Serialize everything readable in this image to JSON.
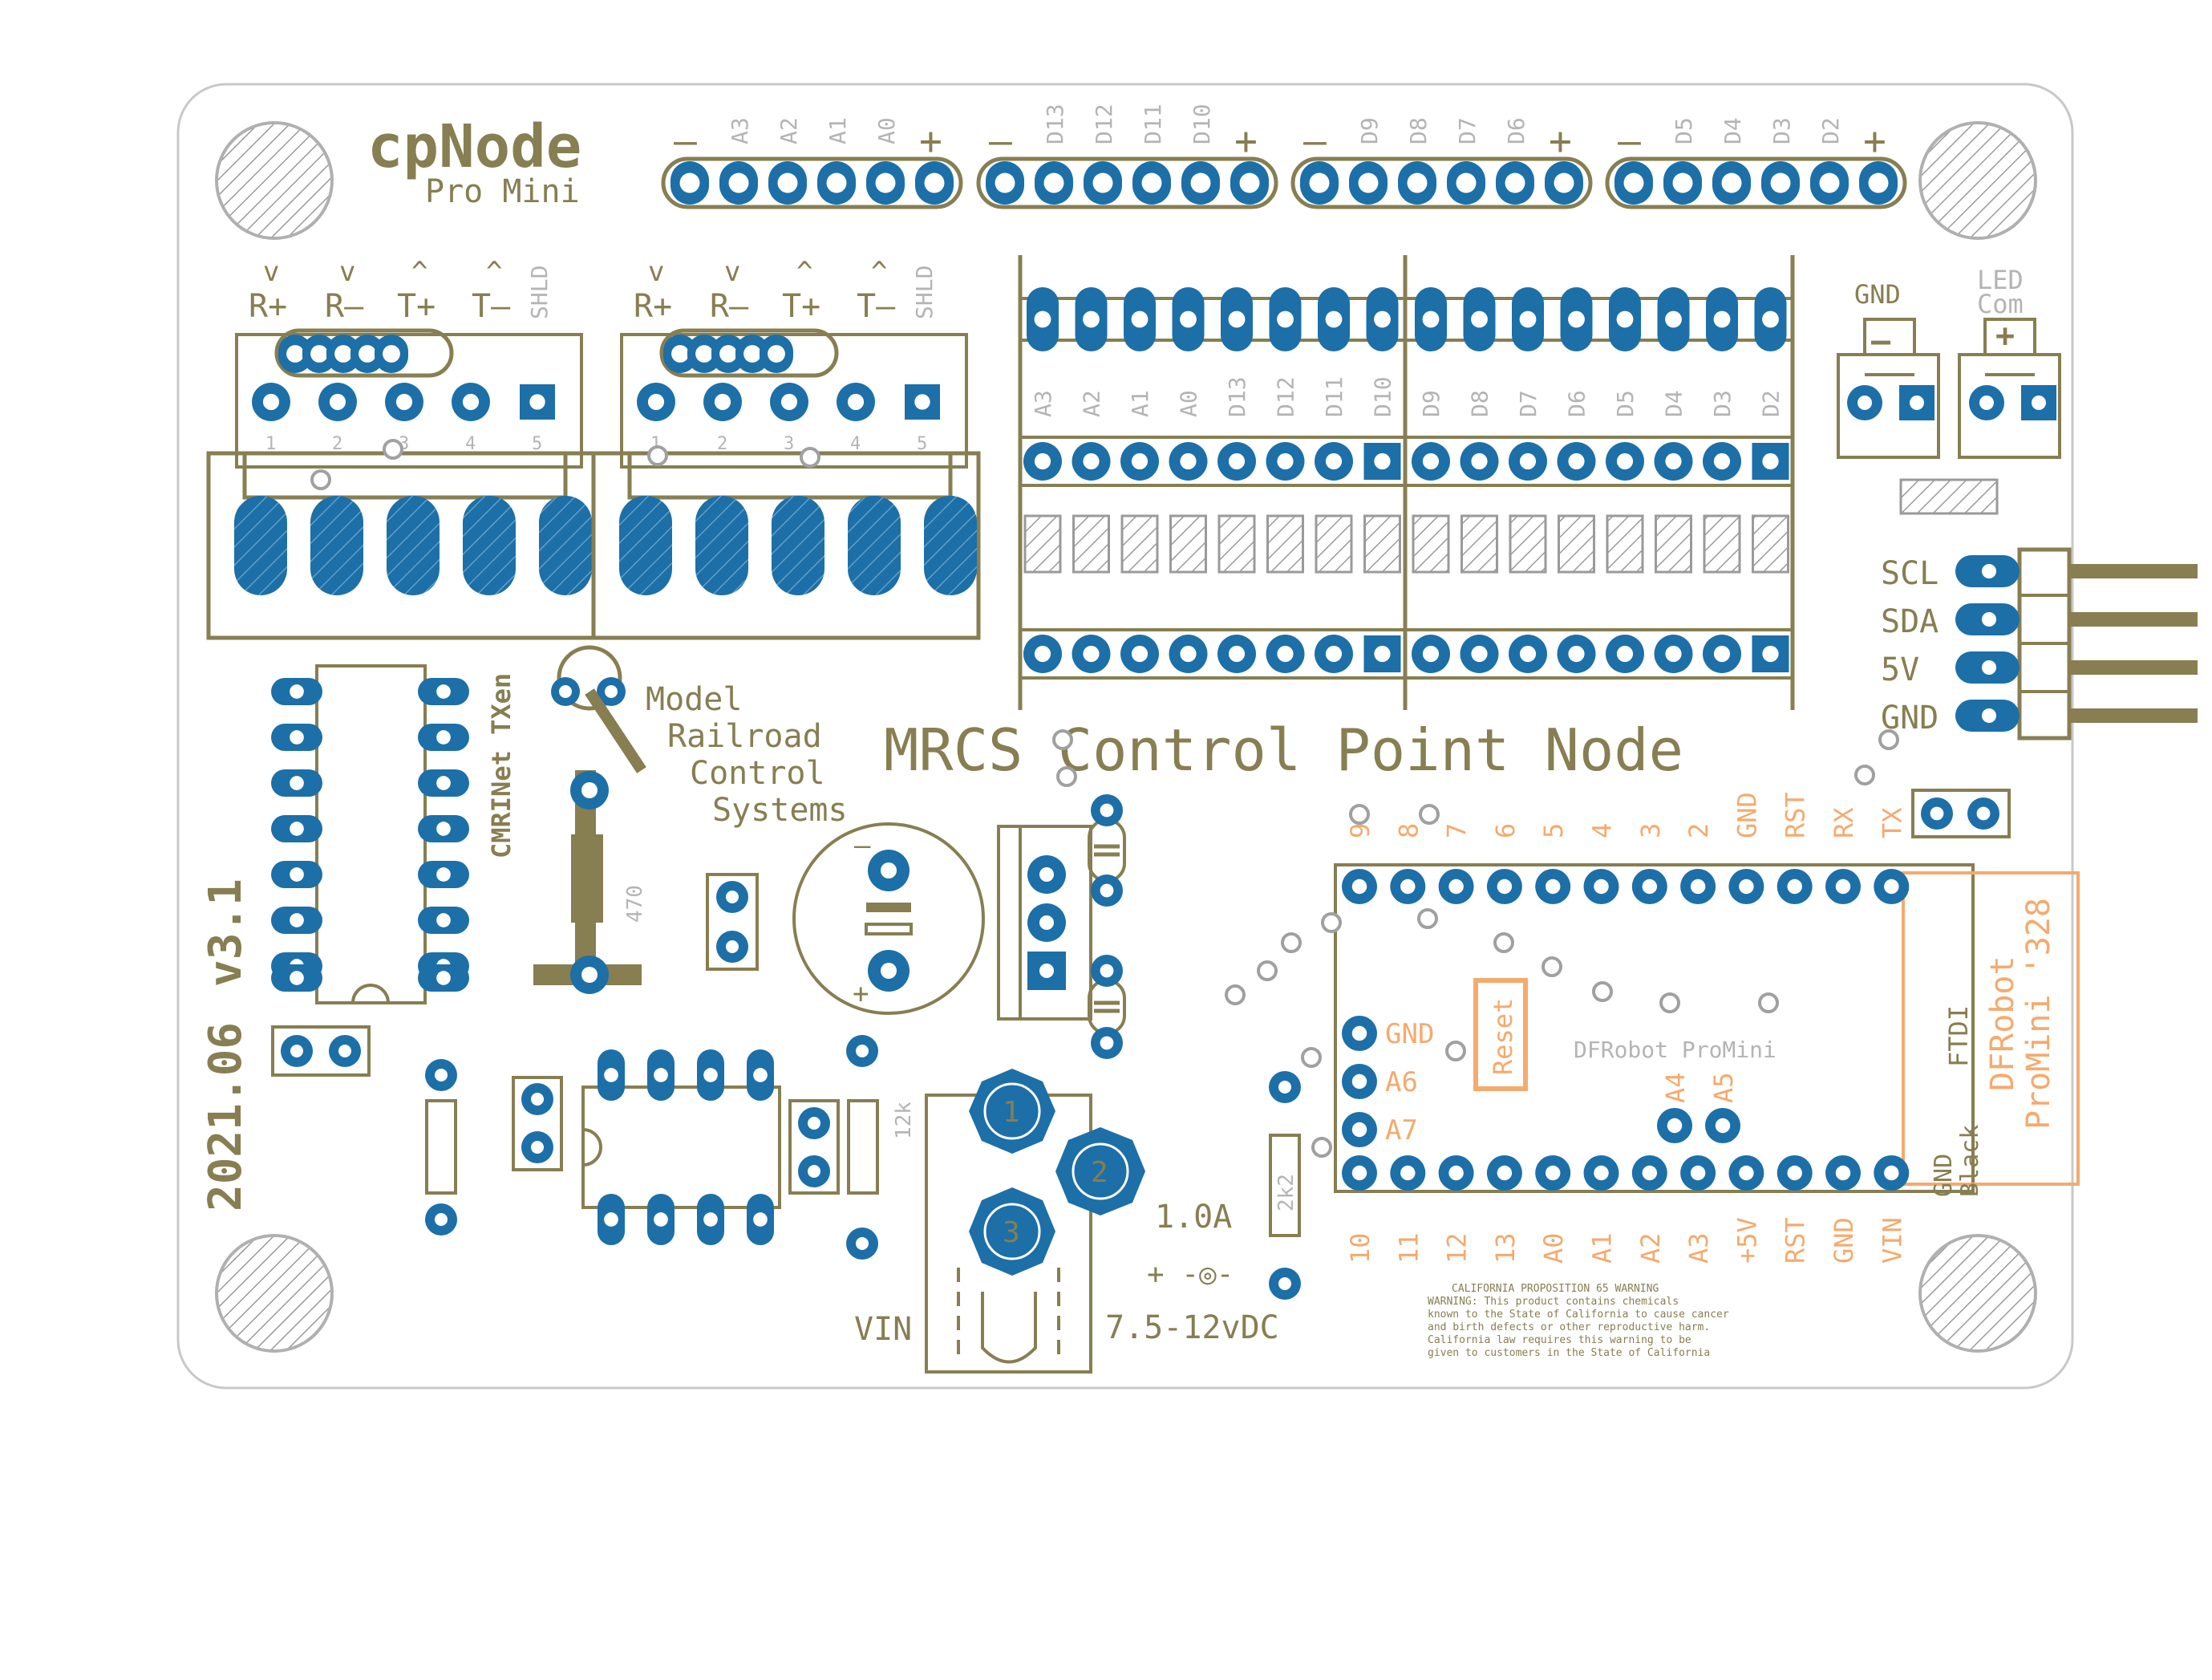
{
  "title": "cpNode",
  "subtitle": "Pro Mini",
  "main_label": "MRCS Control Point Node",
  "version": "v3.1",
  "date": "2021.06",
  "org_lines": [
    "Model",
    "Railroad",
    "Control",
    "Systems"
  ],
  "cmri_label": "CMRINet TXen",
  "header_groups": [
    {
      "minus": "–",
      "plus": "+",
      "pins": [
        "A3",
        "A2",
        "A1",
        "A0"
      ]
    },
    {
      "minus": "–",
      "plus": "+",
      "pins": [
        "D13",
        "D12",
        "D11",
        "D10"
      ]
    },
    {
      "minus": "–",
      "plus": "+",
      "pins": [
        "D9",
        "D8",
        "D7",
        "D6"
      ]
    },
    {
      "minus": "–",
      "plus": "+",
      "pins": [
        "D5",
        "D4",
        "D3",
        "D2"
      ]
    }
  ],
  "rs485_terminals": [
    {
      "arrows": [
        "v",
        "v",
        "^",
        "^"
      ],
      "labels": [
        "R+",
        "R–",
        "T+",
        "T–"
      ],
      "shield": "SHLD",
      "numbers": [
        "1",
        "2",
        "3",
        "4",
        "5"
      ]
    },
    {
      "arrows": [
        "v",
        "v",
        "^",
        "^"
      ],
      "labels": [
        "R+",
        "R–",
        "T+",
        "T–"
      ],
      "shield": "SHLD",
      "numbers": [
        "1",
        "2",
        "3",
        "4",
        "5"
      ]
    }
  ],
  "io_pins": [
    "A3",
    "A2",
    "A1",
    "A0",
    "D13",
    "D12",
    "D11",
    "D10",
    "D9",
    "D8",
    "D7",
    "D6",
    "D5",
    "D4",
    "D3",
    "D2"
  ],
  "gnd_label": "GND",
  "led_com_label": [
    "LED",
    "Com"
  ],
  "gnd_block_symbol": "—",
  "led_block_symbol": "+",
  "i2c_labels": [
    "SCL",
    "SDA",
    "5V",
    "GND"
  ],
  "resistor_470": "470",
  "resistor_12k": "12k",
  "resistor_2k2": "2k2",
  "regulator_pins": [
    "1",
    "2",
    "3"
  ],
  "current_rating": "1.0A",
  "polarity_symbol": "+ -◎-",
  "supply_voltage": "7.5-12vDC",
  "vin_label": "VIN",
  "promini": {
    "top_pins": [
      "9",
      "8",
      "7",
      "6",
      "5",
      "4",
      "3",
      "2",
      "GND",
      "RST",
      "RX",
      "TX"
    ],
    "bottom_pins": [
      "10",
      "11",
      "12",
      "13",
      "A0",
      "A1",
      "A2",
      "A3",
      "+5V",
      "RST",
      "GND",
      "VIN"
    ],
    "side_pins": [
      "GND",
      "A6",
      "A7"
    ],
    "inner_pins": [
      "A4",
      "A5"
    ],
    "reset": "Reset",
    "name": "DFRobot ProMini",
    "ftdi": "FTDI",
    "gnd": "GND",
    "black": "Black",
    "outline_line1": "DFRobot",
    "outline_line2": "ProMini '328"
  },
  "cap_polarity": [
    "–",
    "+"
  ],
  "warning": [
    "CALIFORNIA PROPOSITION 65 WARNING",
    "WARNING: This product contains chemicals",
    "known to the State of California to cause cancer",
    "and birth defects or other reproductive harm.",
    "California law requires this warning to be",
    "given to customers in the State of California"
  ],
  "colors": {
    "silkscreen": "#877e52",
    "pad": "#1d6fa7",
    "faint": "#b4b4b4",
    "module_outline": "#f5aa6e",
    "board": "#ffffff"
  }
}
